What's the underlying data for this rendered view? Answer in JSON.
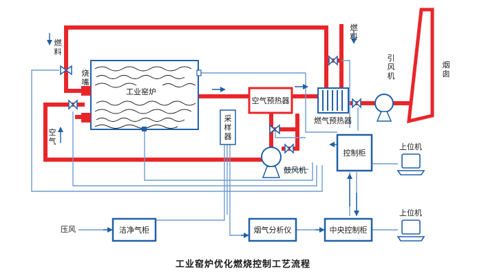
{
  "diagram": {
    "colors": {
      "flue_pipe": "#e8262a",
      "signal_line": "#1f5fa8",
      "signal_line_light": "#6f9bd1",
      "equipment_outline": "#1f5fa8"
    },
    "labels": {
      "fuel_left": "燃料",
      "burner": "烧嘴",
      "air": "空气",
      "kiln": "工业窑炉",
      "air_preheater": "空气预热器",
      "fuel_top": "燃料",
      "induced_fan": "引风机",
      "chimney": "烟囱",
      "gas_preheater": "燃气预热器",
      "sampler": "采样器",
      "blower": "鼓风机",
      "control_cabinet": "控制柜",
      "host_top": "上位机",
      "host_bottom": "上位机",
      "compressed_air": "压风",
      "clean_cabinet": "洁净气柜",
      "gas_analyzer": "烟气分析仪",
      "central_cabinet": "中央控制柜"
    },
    "caption": "工业窑炉优化燃烧控制工艺流程"
  }
}
